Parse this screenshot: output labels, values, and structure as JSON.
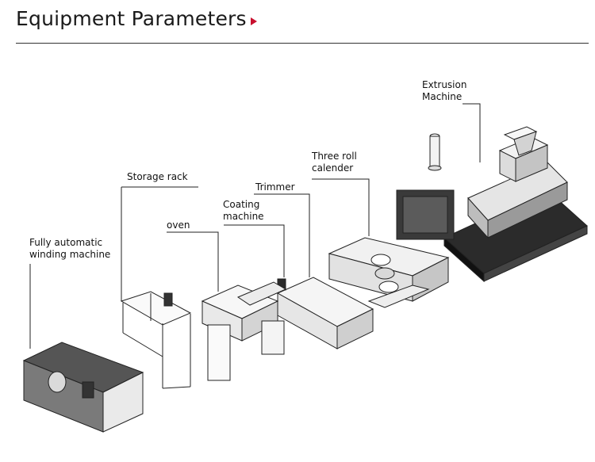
{
  "header": {
    "title": "Equipment Parameters",
    "arrow_icon": "triangle-right-icon",
    "accent_color": "#c8102e"
  },
  "diagram": {
    "labels": {
      "extrusion_machine": [
        "Extrusion",
        "Machine"
      ],
      "three_roll_calender": [
        "Three roll",
        "calender"
      ],
      "storage_rack": "Storage rack",
      "trimmer": "Trimmer",
      "coating_machine": [
        "Coating",
        "machine"
      ],
      "oven": "oven",
      "winding_machine": [
        "Fully automatic",
        "winding machine"
      ]
    }
  }
}
